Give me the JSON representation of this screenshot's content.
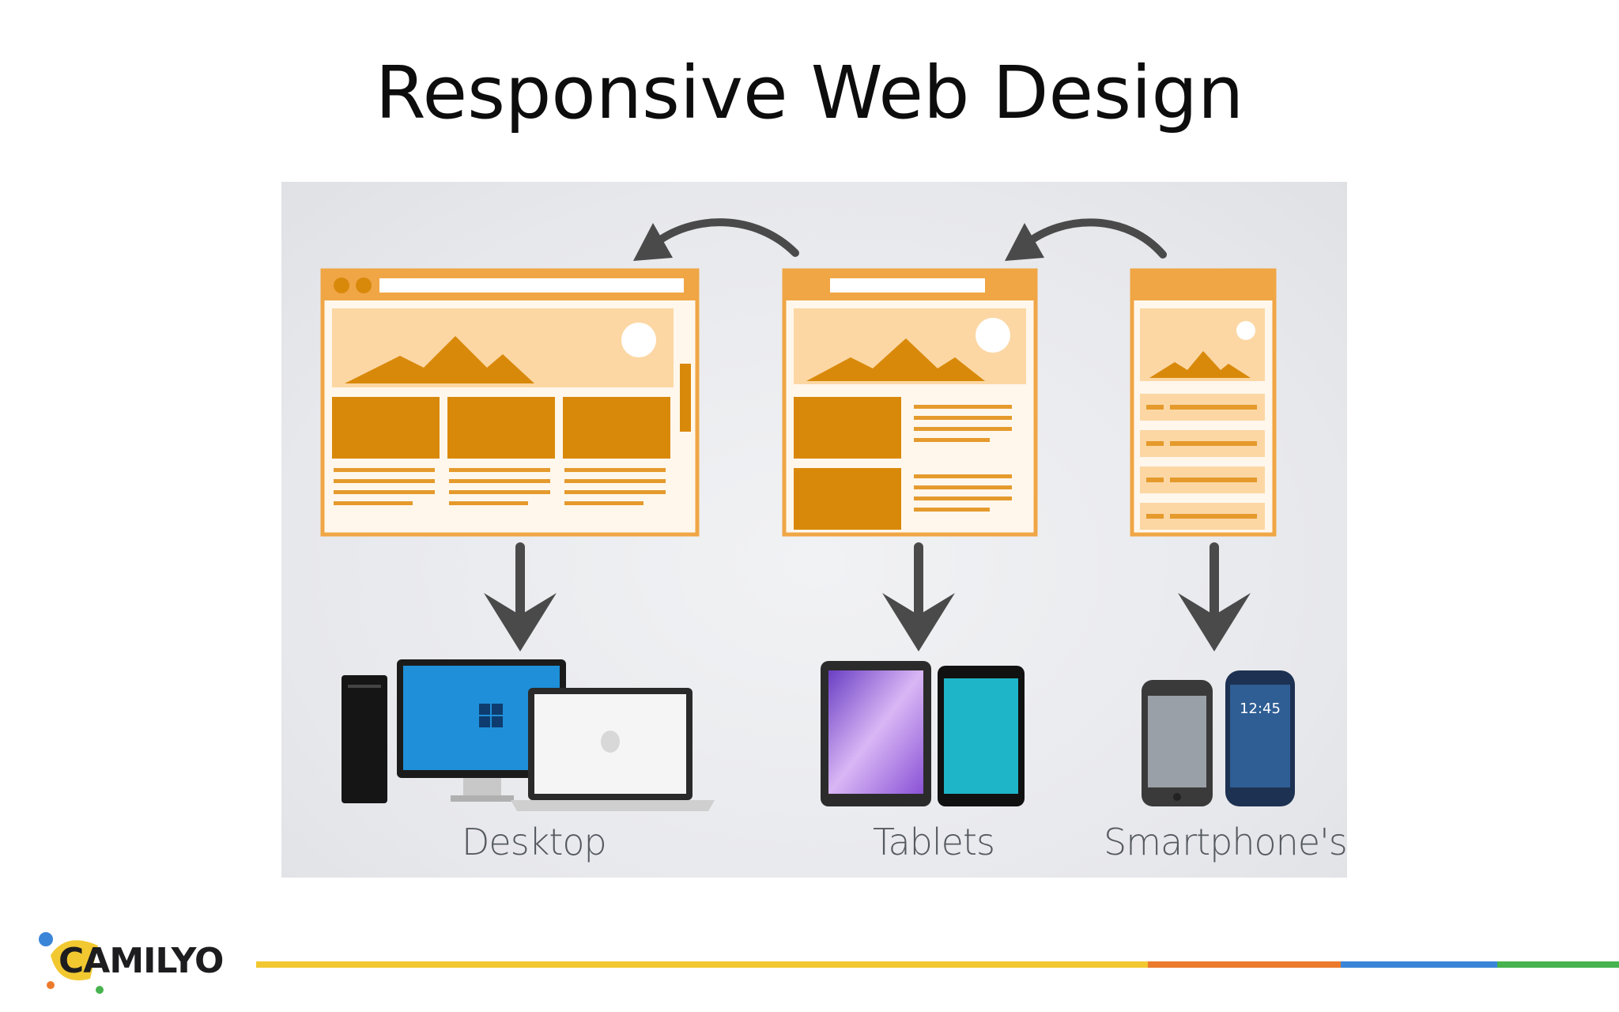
{
  "slide": {
    "title": "Responsive Web Design"
  },
  "devices": [
    {
      "label": "Desktop"
    },
    {
      "label": "Tablets"
    },
    {
      "label": "Smartphone's"
    }
  ],
  "phone_clock": "12:45",
  "footer": {
    "logo_text": "CAMILYO",
    "bar_colors": [
      "#f2c831",
      "#ec7a2c",
      "#3a85d8",
      "#46b34e"
    ]
  },
  "colors": {
    "wireframe_orange": "#f0a645",
    "wireframe_dark": "#d9890a",
    "wireframe_light": "#fcd7a4",
    "arrow": "#4a4a4a"
  }
}
